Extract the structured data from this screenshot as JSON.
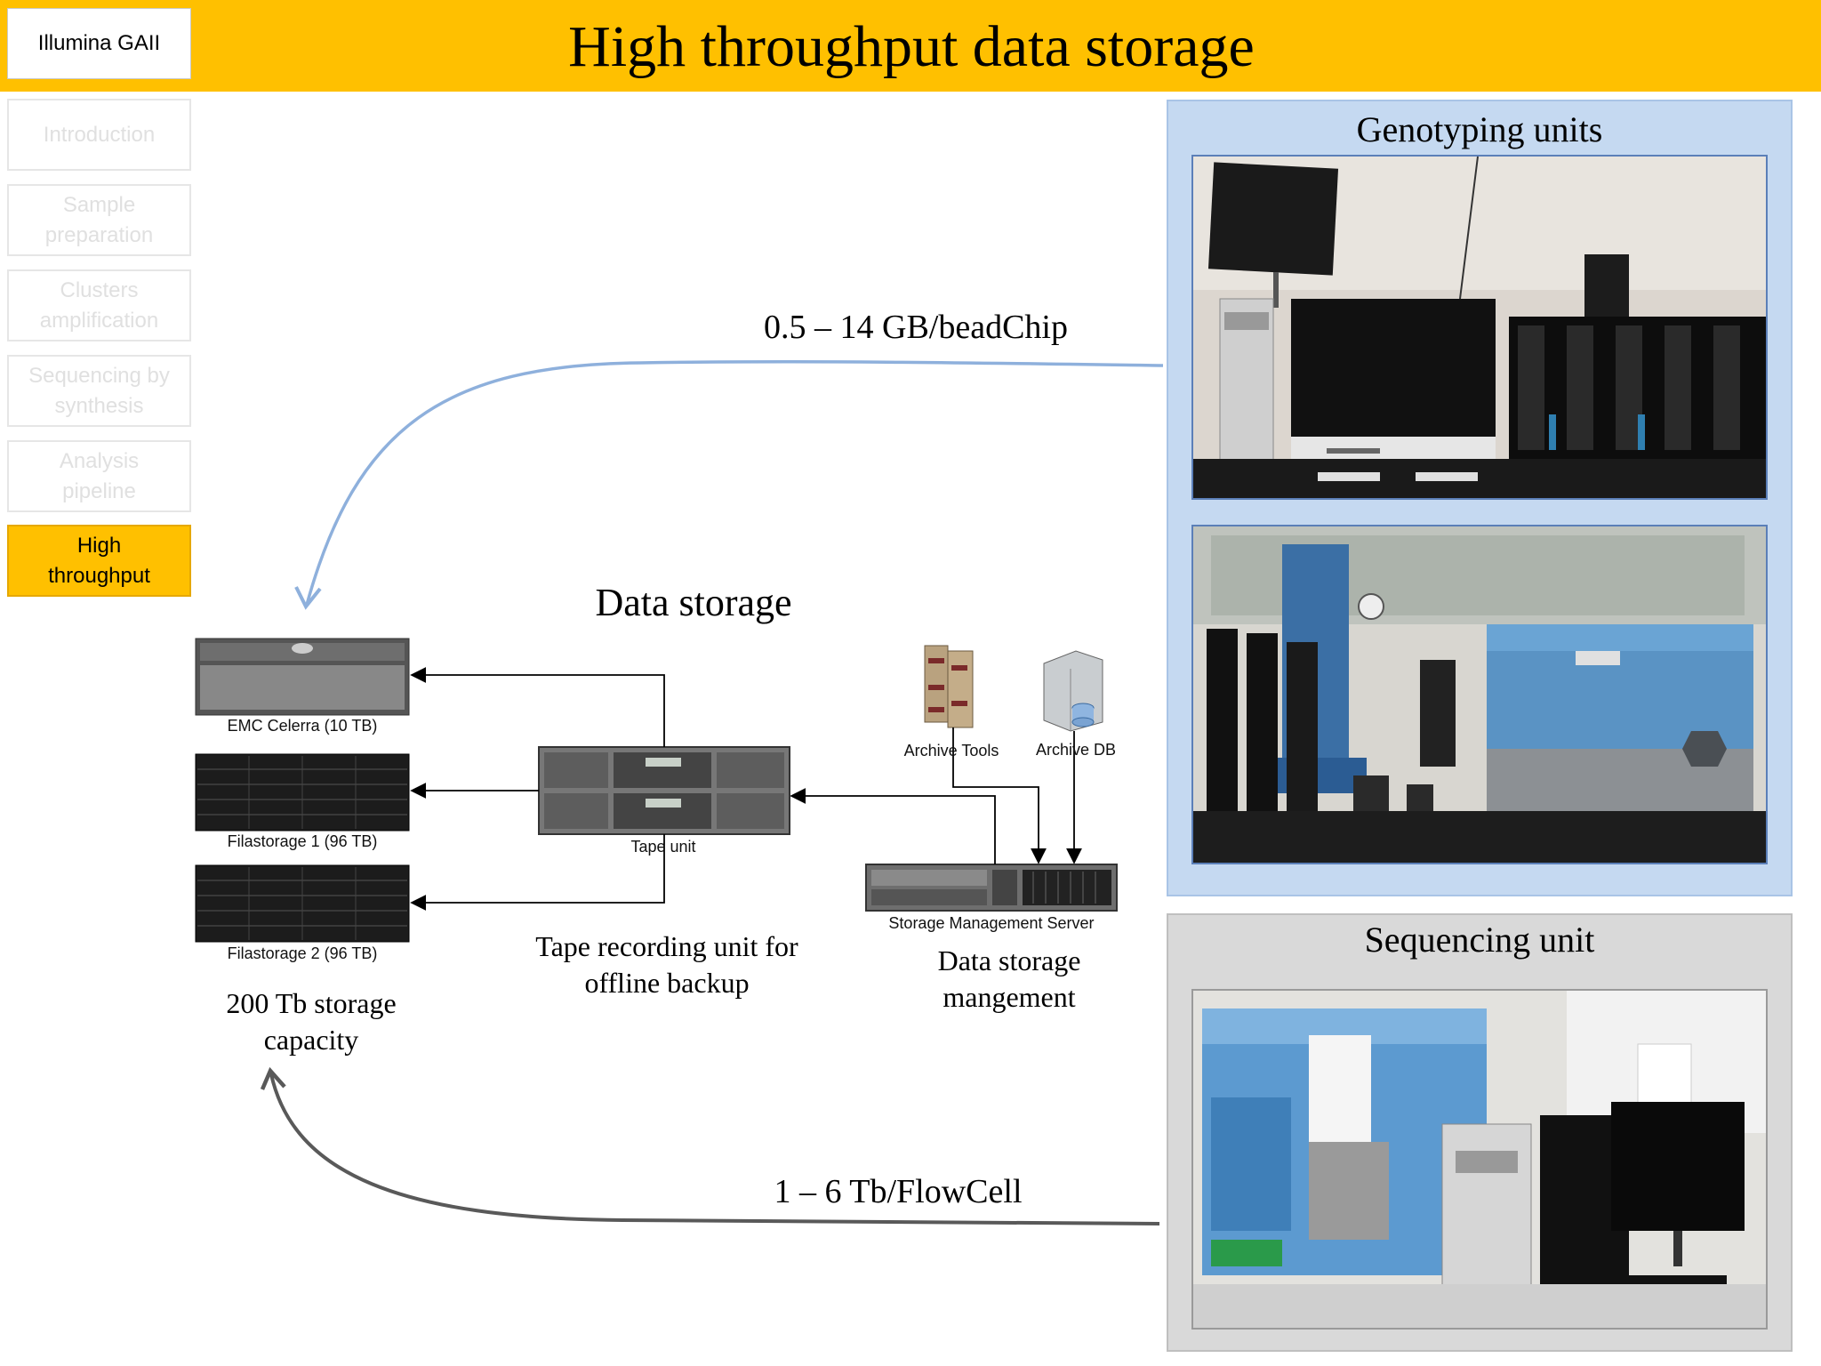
{
  "header": {
    "brand": "Illumina GAII",
    "title": "High throughput data storage"
  },
  "nav": [
    {
      "label": "Introduction"
    },
    {
      "label": "Sample preparation"
    },
    {
      "label": "Clusters amplification"
    },
    {
      "label": "Sequencing by synthesis"
    },
    {
      "label": "Analysis pipeline"
    },
    {
      "label": "High throughput",
      "active": true
    }
  ],
  "diagram": {
    "heading": "Data storage",
    "flow_top": "0.5 – 14 GB/beadChip",
    "flow_bottom": "1 – 6 Tb/FlowCell",
    "storage": {
      "emc": "EMC Celerra (10 TB)",
      "fila1": "Filastorage 1 (96 TB)",
      "fila2": "Filastorage 2 (96 TB)",
      "capacity": "200 Tb storage capacity"
    },
    "tape": {
      "label": "Tape unit",
      "caption": "Tape recording unit for offline backup"
    },
    "archive_tools": "Archive Tools",
    "archive_db": "Archive DB",
    "server": {
      "label": "Storage Management Server",
      "caption": "Data storage mangement"
    }
  },
  "panels": {
    "genotyping": {
      "title": "Genotyping units"
    },
    "sequencing": {
      "title": "Sequencing unit"
    }
  },
  "colors": {
    "header": "#ffc000",
    "genotyping_panel": "#c5d9f1",
    "sequencing_panel": "#d9d9d9",
    "arrow_top": "#8eb0dc",
    "arrow_bottom": "#595959"
  }
}
